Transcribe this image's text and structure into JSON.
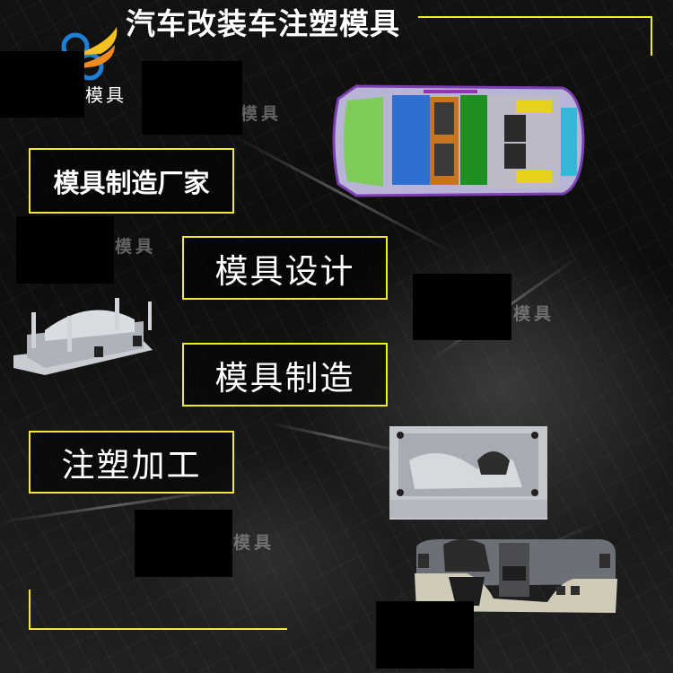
{
  "header": {
    "title": "汽车改装车注塑模具",
    "logo_text": "模具"
  },
  "labels": [
    {
      "id": "manufacturer",
      "text": "模具制造厂家"
    },
    {
      "id": "design",
      "text": "模具设计"
    },
    {
      "id": "manufacturing",
      "text": "模具制造"
    },
    {
      "id": "injection",
      "text": "注塑加工"
    }
  ],
  "watermarks": [
    "模具",
    "模具",
    "模具",
    "模具"
  ],
  "images": {
    "car": "car-body-cad-model",
    "mold_left": "bumper-injection-mold",
    "mold_right": "dashboard-mold-cavity",
    "dashboard": "car-dashboard-part"
  },
  "colors": {
    "accent": "#f2ea2a",
    "logo_blue": "#1e7fd6",
    "logo_orange": "#f5a623",
    "text": "#ffffff"
  }
}
